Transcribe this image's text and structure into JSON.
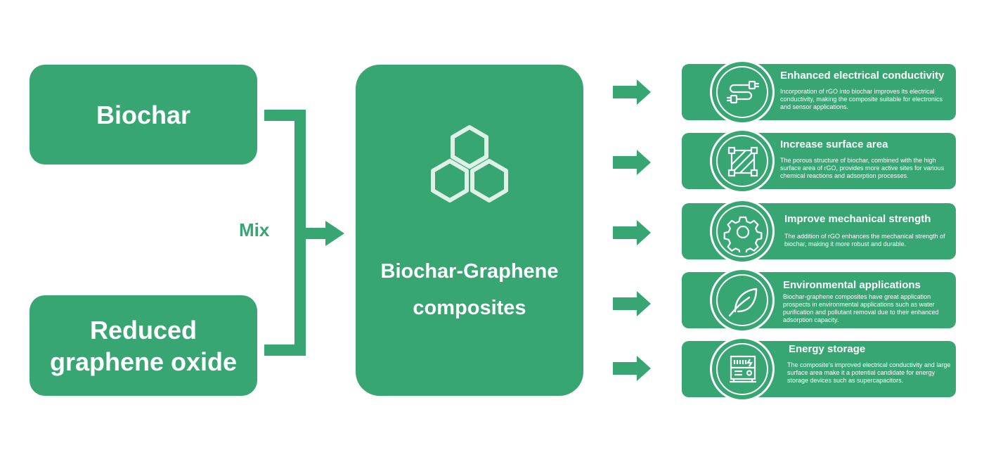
{
  "inputs": {
    "biochar": "Biochar",
    "rgo_line1": "Reduced",
    "rgo_line2": "graphene oxide"
  },
  "mix_label": "Mix",
  "center": {
    "icon": "hexagon-cluster-icon",
    "line1": "Biochar-Graphene",
    "line2": "composites"
  },
  "benefits": [
    {
      "icon": "plug-cable-icon",
      "title": "Enhanced electrical conductivity",
      "description": "Incorporation of rGO into biochar improves its electrical conductivity, making the composite suitable for electronics and sensor applications."
    },
    {
      "icon": "hatched-square-icon",
      "title": "Increase surface area",
      "description": "The porous structure of biochar, combined with the high surface area of rGO, provides more active sites for various chemical reactions and adsorption processes."
    },
    {
      "icon": "gear-icon",
      "title": "Improve mechanical strength",
      "description": "The addition of rGO enhances the mechanical strength of biochar, making it more robust and durable."
    },
    {
      "icon": "leaf-icon",
      "title": "Environmental applications",
      "description": "Biochar-graphene composites have great application prospects in environmental applications such as water purification and pollutant removal due to their enhanced adsorption capacity."
    },
    {
      "icon": "battery-rack-icon",
      "title": "Energy storage",
      "description": "The composite's improved electrical conductivity and large surface area make it a potential candidate for energy storage devices such as supercapacitors."
    }
  ],
  "colors": {
    "primary_green": "#37a673",
    "icon_tint": "#dff0e6",
    "background": "#ffffff"
  }
}
